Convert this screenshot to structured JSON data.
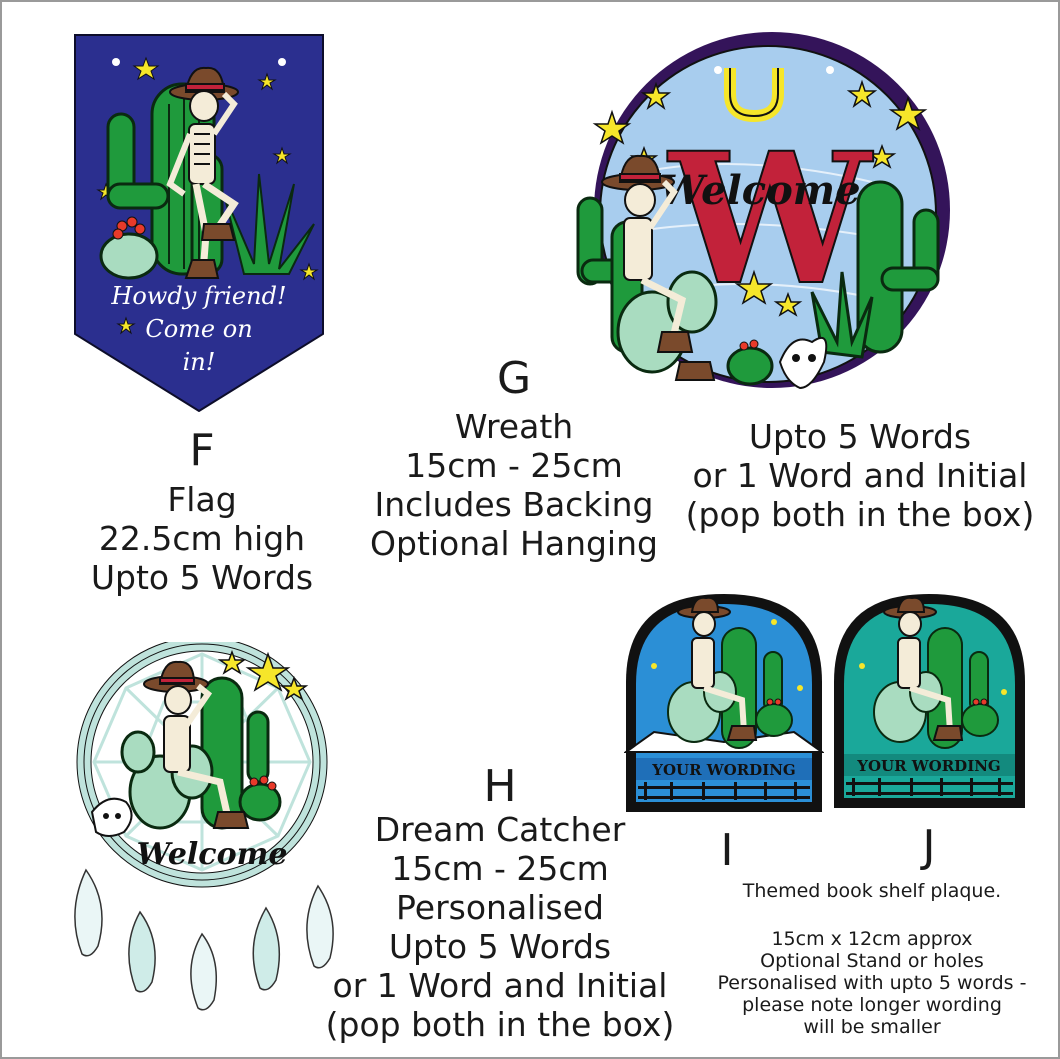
{
  "colors": {
    "navy": "#2b2f8f",
    "cactus": "#1f9a3c",
    "mint": "#a9dcc0",
    "sky": "#a8cdee",
    "purple": "#34145a",
    "red": "#c2223a",
    "yellow": "#f6e62a",
    "bone": "#f4ecd8",
    "hat": "#7a4a2c",
    "blue": "#2b8fd6",
    "teal": "#1aa89a"
  },
  "icons": {
    "flag": "skeleton-cowboy-flag",
    "wreath": "skeleton-cowboy-wreath",
    "dreamcatcher": "skeleton-cowboy-dreamcatcher",
    "plaque_i": "skeleton-cowboy-blue-plaque",
    "plaque_j": "skeleton-cowboy-teal-plaque"
  },
  "flag": {
    "letter": "F",
    "lines": [
      "Flag",
      "22.5cm high",
      "Upto 5 Words"
    ],
    "art_text": [
      "Howdy friend!",
      "Come on",
      "in!"
    ]
  },
  "wreath": {
    "letter": "G",
    "lines": [
      "Wreath",
      "15cm - 25cm",
      "Includes Backing",
      "Optional Hanging"
    ],
    "art_initial": "W",
    "art_word": "Welcome",
    "note_lines": [
      "Upto 5 Words",
      "or 1 Word and Initial",
      "(pop both in the box)"
    ]
  },
  "dreamcatcher": {
    "letter": "H",
    "lines": [
      "Dream Catcher",
      "15cm - 25cm",
      "Personalised",
      "Upto 5 Words",
      "or 1 Word and Initial",
      "(pop both in the box)"
    ],
    "art_word": "Welcome"
  },
  "plaques": {
    "i_letter": "I",
    "j_letter": "J",
    "wording": "YOUR WORDING",
    "heading": "Themed book shelf plaque.",
    "details": [
      "15cm x 12cm approx",
      "Optional Stand or holes",
      "Personalised with upto 5 words -",
      "please note longer wording",
      "will be smaller"
    ]
  }
}
